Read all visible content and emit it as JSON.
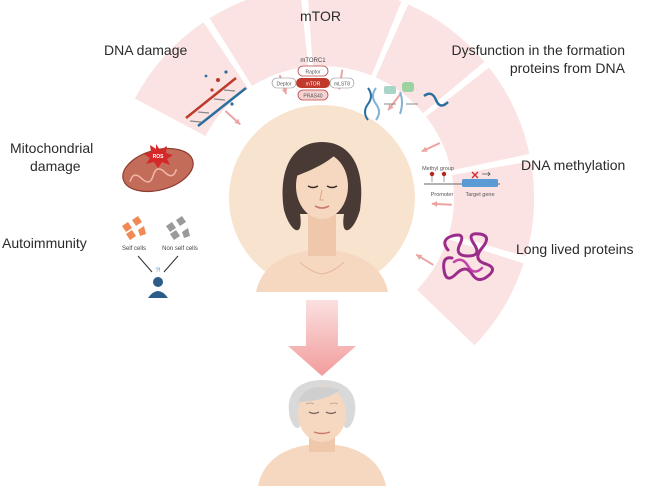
{
  "labels": {
    "mtor": "mTOR",
    "dna_damage": "DNA damage",
    "dysfunction_line1": "Dysfunction in the formation",
    "dysfunction_line2": "proteins from DNA",
    "mitochondrial_line1": "Mitochondrial",
    "mitochondrial_line2": "damage",
    "dna_methylation": "DNA methylation",
    "autoimmunity": "Autoimmunity",
    "long_lived_proteins": "Long lived proteins"
  },
  "icons": {
    "mtorc1": {
      "title": "mTORC1",
      "raptor": "Raptor",
      "mtor": "mTOR",
      "deptor": "Deptor",
      "mlst8": "mLST8",
      "pras40": "PRAS40"
    },
    "ros": "ROS",
    "methylation": {
      "methyl_group": "Methyl group",
      "promoter": "Promoter",
      "target_gene": "Target gene"
    },
    "autoimmunity": {
      "self_cells": "Self cells",
      "non_self_cells": "Non self cells",
      "question": "?!"
    }
  },
  "colors": {
    "sector_fill": "#fbe3e3",
    "center_circle": "#f8e3cf",
    "arrow": "#eea3a3",
    "big_arrow": "#f29c9c",
    "hair_young": "#4a3a35",
    "hair_old": "#d9d9d9",
    "skin": "#f6d7c0"
  }
}
